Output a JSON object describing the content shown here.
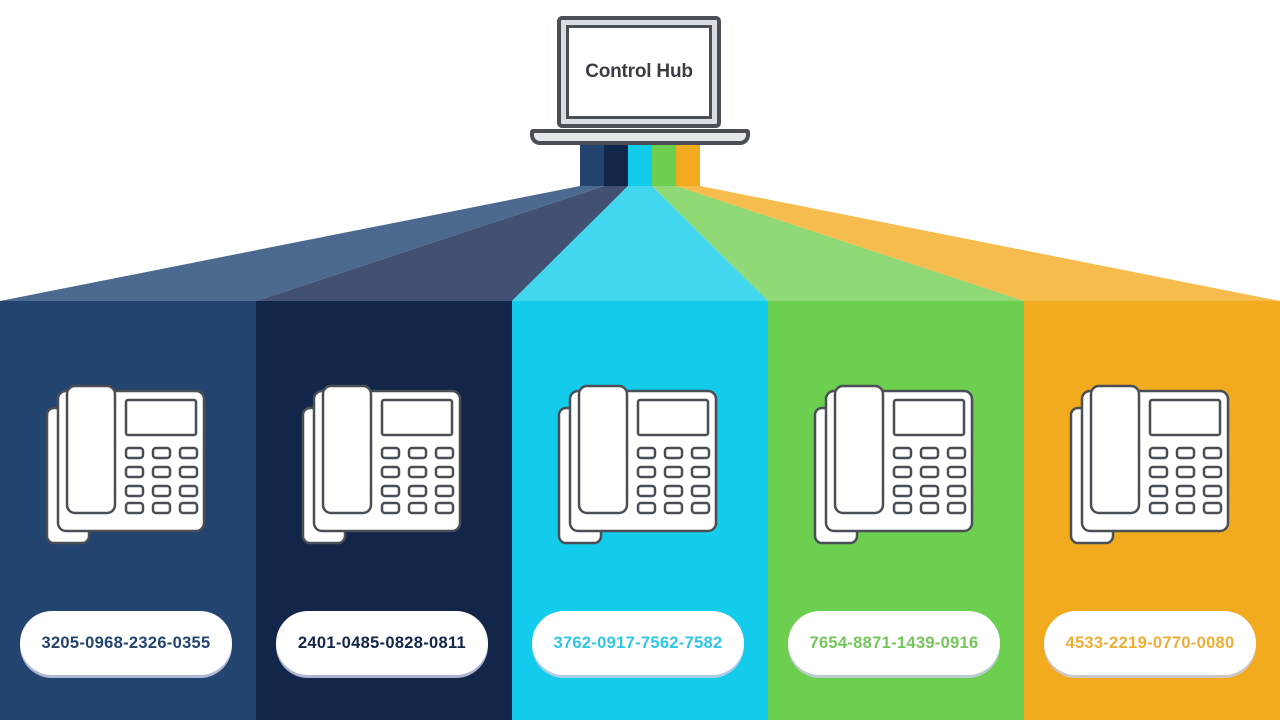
{
  "hub": {
    "title": "Control Hub",
    "icon": "laptop-icon"
  },
  "colors": {
    "outline": "#4a4f55"
  },
  "lines": [
    {
      "name": "line-1",
      "number": "3205-0968-2326-0355",
      "column_color": "#23446e",
      "fan_color": "#4c6a8f",
      "text_color": "#23446e",
      "icon": "desk-phone-icon"
    },
    {
      "name": "line-2",
      "number": "2401-0485-0828-0811",
      "column_color": "#12264a",
      "fan_color": "#425173",
      "text_color": "#12264a",
      "icon": "desk-phone-icon"
    },
    {
      "name": "line-3",
      "number": "3762-0917-7562-7582",
      "column_color": "#13cbeb",
      "fan_color": "#43d6ef",
      "text_color": "#2ec6e6",
      "icon": "desk-phone-icon"
    },
    {
      "name": "line-4",
      "number": "7654-8871-1439-0916",
      "column_color": "#6ccf4f",
      "fan_color": "#8fd976",
      "text_color": "#74c65a",
      "icon": "desk-phone-icon"
    },
    {
      "name": "line-5",
      "number": "4533-2219-0770-0080",
      "column_color": "#f2aa1f",
      "fan_color": "#f6bc4d",
      "text_color": "#eeae35",
      "icon": "desk-phone-icon"
    }
  ]
}
